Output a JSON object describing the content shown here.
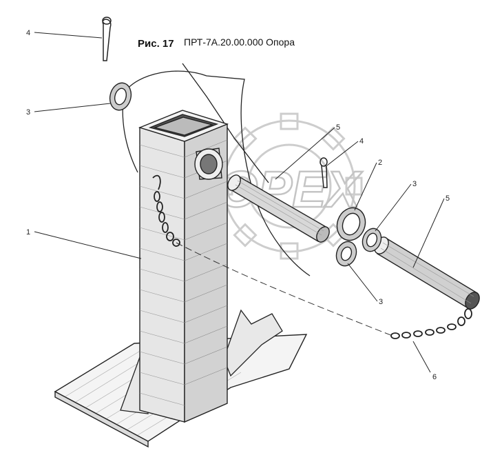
{
  "figure": {
    "label": "Рис. 17",
    "title": "ПРТ-7А.20.00.000 Опора",
    "watermark": "OPEX"
  },
  "callouts": [
    "4",
    "3",
    "1",
    "5",
    "4",
    "2",
    "3",
    "5",
    "3",
    "6"
  ]
}
